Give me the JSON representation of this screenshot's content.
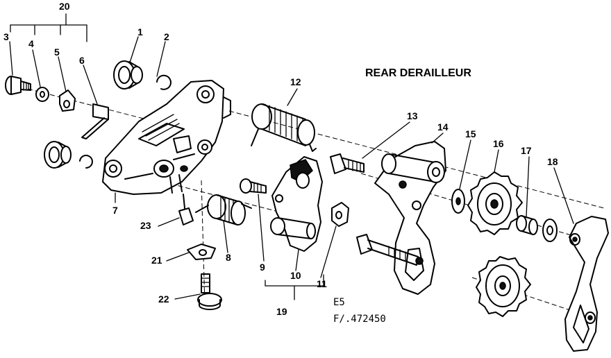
{
  "title": "REAR DERAILLEUR",
  "codes": {
    "line1": "E5",
    "line2": "F/.472450"
  },
  "callouts": {
    "c1": "1",
    "c2": "2",
    "c3": "3",
    "c4": "4",
    "c5": "5",
    "c6": "6",
    "c7": "7",
    "c8": "8",
    "c9": "9",
    "c10": "10",
    "c11": "11",
    "c12": "12",
    "c13": "13",
    "c14": "14",
    "c15": "15",
    "c16": "16",
    "c17": "17",
    "c18": "18",
    "c19": "19",
    "c20": "20",
    "c21": "21",
    "c22": "22",
    "c23": "23"
  }
}
